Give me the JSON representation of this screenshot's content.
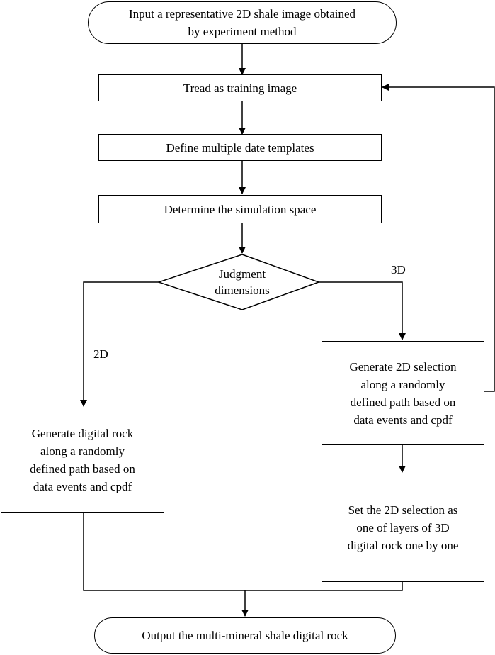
{
  "flowchart": {
    "start": {
      "lines": [
        "Input a representative 2D shale image obtained",
        "by experiment method"
      ]
    },
    "step_training": "Tread as training image",
    "step_templates": "Define multiple date templates",
    "step_space": "Determine the simulation space",
    "decision": {
      "lines": [
        "Judgment",
        "dimensions"
      ]
    },
    "branch_2d_label": "2D",
    "branch_3d_label": "3D",
    "generate_2d": {
      "lines": [
        "Generate digital rock",
        "along a randomly",
        "defined path based on",
        "data events and cpdf"
      ]
    },
    "generate_3d_selection": {
      "lines": [
        "Generate 2D selection",
        "along a randomly",
        "defined path based on",
        "data events and cpdf"
      ]
    },
    "set_layers": {
      "lines": [
        "Set the 2D selection as",
        "one of layers of 3D",
        "digital rock  one by one"
      ]
    },
    "end": "Output the multi-mineral shale digital rock"
  }
}
